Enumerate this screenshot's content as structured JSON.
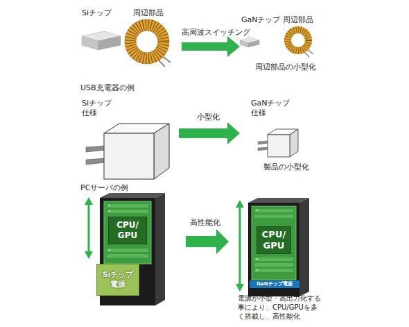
{
  "diagram": {
    "nodes": [
      {
        "text": [
          "CPU/ GPU"
        ]
      },
      {
        "text": [
          "Siチップ 電源"
        ]
      },
      {
        "text": [
          "CPU/ GPU"
        ]
      },
      {
        "text": [
          "GaNチップ電源"
        ]
      }
    ],
    "labels": [
      "Siチップ",
      "周辺部品",
      "高周波スイッチング",
      "GaNチップ",
      "周辺部品",
      "周辺部品の小型化",
      "USB充電器の例",
      "Siチップ 仕様",
      "小型化",
      "GaNチップ 仕様",
      "製品の小型化",
      "PCサーバの例",
      "高性能化",
      "電源が小型・高出力化する事により、CPU/GPUを多く搭載し、高性能化"
    ]
  }
}
